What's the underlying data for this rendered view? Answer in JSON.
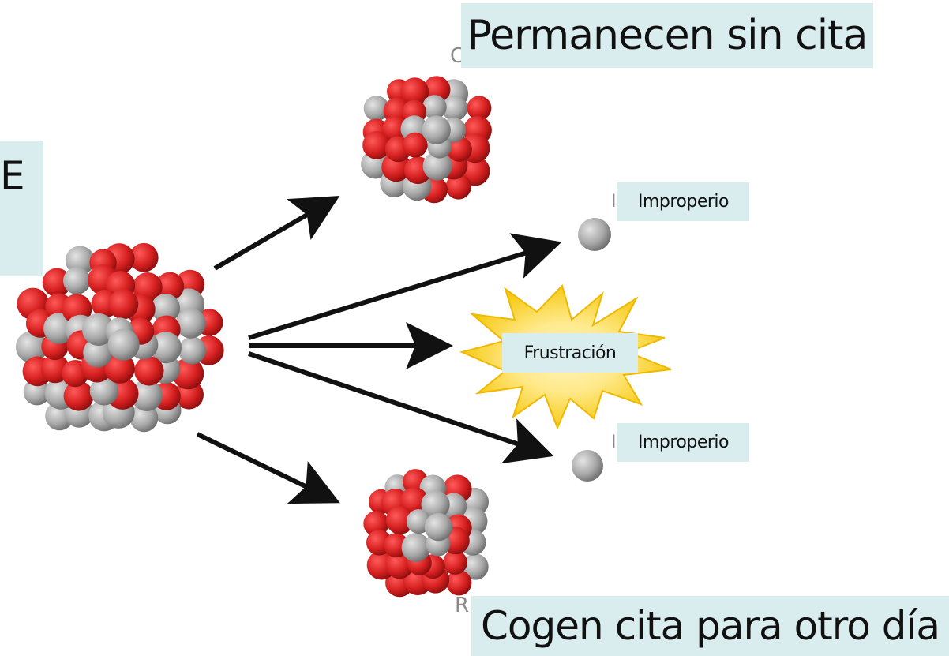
{
  "labels": {
    "top": "Permanecen sin cita",
    "bottom": "Cogen cita para otro día",
    "left": "E",
    "improperio_upper": "Improperio",
    "frustration": "Frustración",
    "improperio_lower": "Improperio"
  },
  "faint_letters": {
    "top_peek": "C",
    "bottom_peek": "R",
    "upper_peek": "I",
    "lower_peek": "I"
  },
  "colors": {
    "proton": "#d62020",
    "neutron": "#a9a9a9",
    "arrow": "#111111",
    "label_bg": "#d9ecee",
    "burst_outer": "#f4c400",
    "burst_inner": "#ffe98a"
  }
}
